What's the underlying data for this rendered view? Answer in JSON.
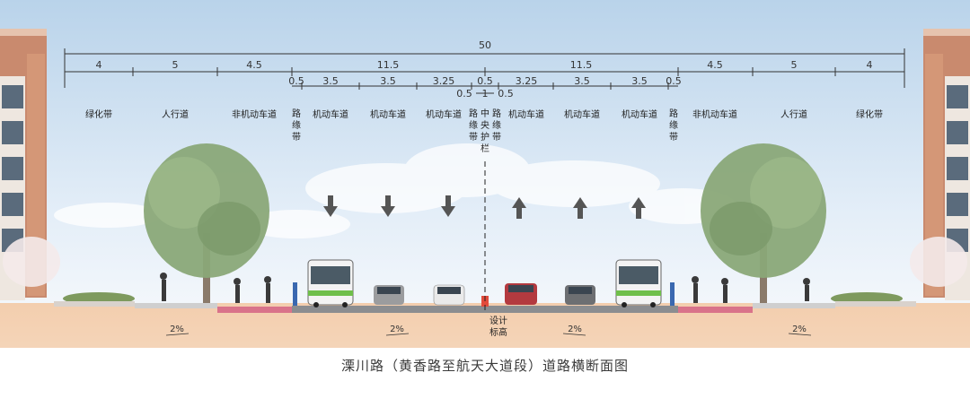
{
  "total_width": "50",
  "top_dims": [
    "4",
    "5",
    "4.5",
    "11.5",
    "11.5",
    "4.5",
    "5",
    "4"
  ],
  "sub_dims_upper": [
    "0.5",
    "3.5",
    "3.5",
    "3.25",
    "0.5",
    "3.25",
    "3.5",
    "3.5",
    "0.5"
  ],
  "sub_dims_lower": [
    "0.5",
    "1",
    "0.5"
  ],
  "lane_labels": {
    "green_left": "绿化带",
    "sidewalk_left": "人行道",
    "bike_left": "非机动车道",
    "curb_1": [
      "路",
      "缘",
      "带"
    ],
    "motor_1": "机动车道",
    "motor_2": "机动车道",
    "motor_3": "机动车道",
    "curb_2": [
      "路",
      "缘",
      "带"
    ],
    "median": [
      "中",
      "央",
      "护",
      "栏"
    ],
    "curb_3": [
      "路",
      "缘",
      "带"
    ],
    "motor_4": "机动车道",
    "motor_5": "机动车道",
    "motor_6": "机动车道",
    "curb_4": [
      "路",
      "缘",
      "带"
    ],
    "bike_right": "非机动车道",
    "sidewalk_right": "人行道",
    "green_right": "绿化带"
  },
  "slopes": [
    "2%",
    "2%",
    "2%",
    "2%"
  ],
  "design_elevation": [
    "设计",
    "标高"
  ],
  "caption": "溧川路（黄香路至航天大道段）道路横断面图",
  "colors": {
    "sky_top": "#b7d2ea",
    "sky_bottom": "#eef4fa",
    "ground": "#f0c7a4",
    "road": "#8b8d90",
    "bike_lane": "#d9738a",
    "sidewalk": "#dcdcdc",
    "building": "#c98a6e",
    "tree": "#8aa878"
  }
}
